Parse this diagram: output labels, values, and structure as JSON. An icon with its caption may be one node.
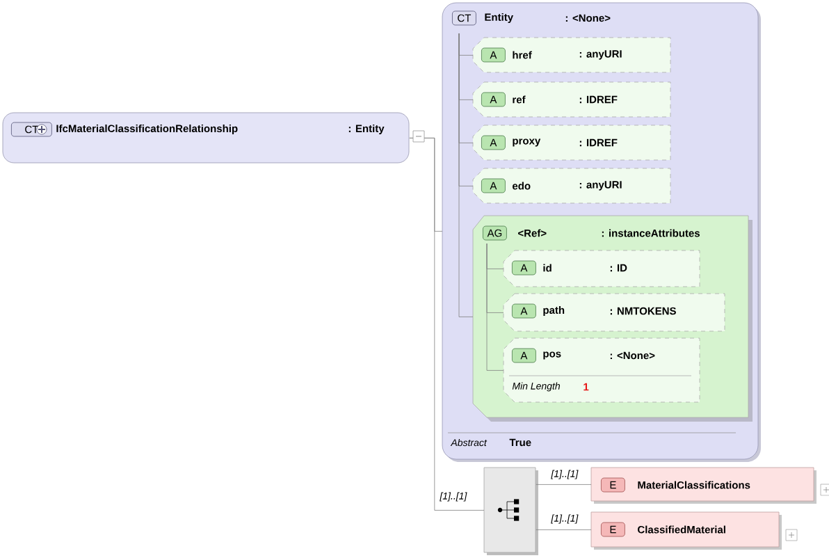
{
  "diagram": {
    "nodes": [
      {
        "text": [
          "CT",
          "IfcMaterialClassificationRelationship",
          ": Entity"
        ]
      },
      {
        "text": [
          "CT",
          "Entity",
          ": <None>",
          "Abstract",
          "True"
        ]
      },
      {
        "text": [
          "A",
          "href",
          ": anyURI"
        ],
        "in": 1
      },
      {
        "text": [
          "A",
          "ref",
          ": IDREF"
        ],
        "in": 1
      },
      {
        "text": [
          "A",
          "proxy",
          ": IDREF"
        ],
        "in": 1
      },
      {
        "text": [
          "A",
          "edo",
          ": anyURI"
        ],
        "in": 1
      },
      {
        "text": [
          "AG",
          "<Ref>",
          ": instanceAttributes"
        ],
        "in": 1
      },
      {
        "text": [
          "A",
          "id",
          ": ID"
        ],
        "in": 6
      },
      {
        "text": [
          "A",
          "path",
          ": NMTOKENS"
        ],
        "in": 6
      },
      {
        "text": [
          "A",
          "pos",
          ": <None>",
          "Min Length",
          "1"
        ],
        "in": 6
      },
      {
        "text": [],
        "shape": "box"
      },
      {
        "text": [
          "E",
          "MaterialClassifications"
        ]
      },
      {
        "text": [
          "E",
          "ClassifiedMaterial"
        ]
      }
    ],
    "edges": [
      {
        "from": 0,
        "to": 1,
        "arrow": "none"
      },
      {
        "from": 1,
        "to": 2,
        "arrow": "none"
      },
      {
        "from": 1,
        "to": 3,
        "arrow": "none"
      },
      {
        "from": 1,
        "to": 4,
        "arrow": "none"
      },
      {
        "from": 1,
        "to": 5,
        "arrow": "none"
      },
      {
        "from": 1,
        "to": 6,
        "arrow": "none"
      },
      {
        "from": 6,
        "to": 7,
        "arrow": "none"
      },
      {
        "from": 6,
        "to": 8,
        "arrow": "none"
      },
      {
        "from": 6,
        "to": 9,
        "arrow": "none"
      },
      {
        "from": 0,
        "to": 10,
        "arrow": "none",
        "label": "[1]..[1]"
      },
      {
        "from": 10,
        "to": 11,
        "arrow": "none",
        "label": "[1]..[1]"
      },
      {
        "from": 10,
        "to": 12,
        "arrow": "none",
        "label": "[1]..[1]"
      }
    ]
  }
}
